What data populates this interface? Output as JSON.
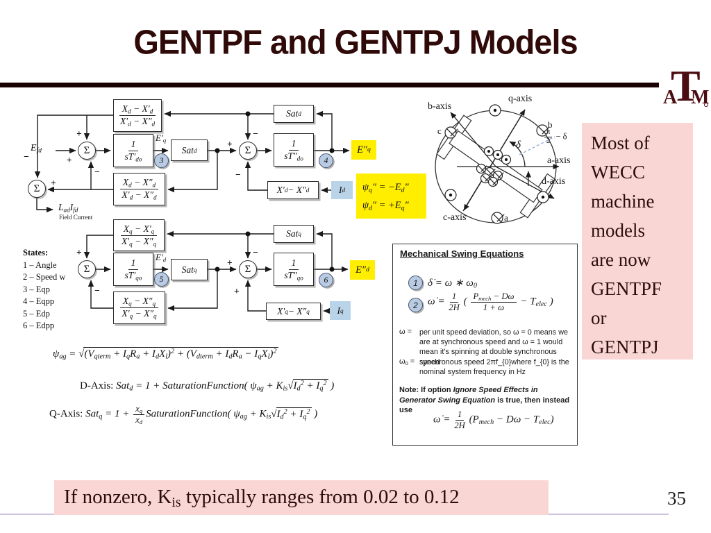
{
  "slide": {
    "title": "GENTPF and GENTPJ Models",
    "page": "35"
  },
  "logo": {
    "a": "A",
    "t": "T",
    "m": "M"
  },
  "signs": {
    "plus": "+",
    "minus": "−"
  },
  "sum_symbol": "Σ",
  "pink_note": {
    "text": "Most of\nWECC\nmachine\nmodels\nare now\nGENTPF\nor\nGENTPJ"
  },
  "bottom_note": {
    "text": "If nonzero, K_{is} typically ranges from 0.02 to 0.12"
  },
  "states": {
    "title": "States:",
    "items": [
      "1 – Angle",
      "2 – Speed w",
      "3 – Eqp",
      "4 – Eqpp",
      "5 – Edp",
      "6 – Edpp"
    ]
  },
  "d_diagram": {
    "efd": "E_{fd}",
    "top_frac_num": "X_{d} − X′_{d}",
    "top_frac_den": "X′_{d} − X″_{d}",
    "int1_num": "1",
    "int1_den": "sT′_{do}",
    "eqp": "E′_{q}",
    "state3": "3",
    "sat": "Sat_{d}",
    "bot_frac_num": "X_{d} − X″_{d}",
    "bot_frac_den": "X′_{d} − X″_{d}",
    "sat2": "Sat_{d}",
    "int2_num": "1",
    "int2_den": "sT″_{do}",
    "state4": "4",
    "eqpp": "E″_{q}",
    "xblock": "X′_{d} − X″_{d}",
    "id": "I_{d}",
    "ladifd": "L_{ad}I_{fd}",
    "field_current": "Field Current",
    "psi1": "ψ_{q}″ =  −E_{d}″",
    "psi2": "ψ_{d}″ =  +E_{q}″"
  },
  "q_diagram": {
    "top_frac_num": "X_{q} − X′_{q}",
    "top_frac_den": "X′_{q} − X″_{q}",
    "int1_num": "1",
    "int1_den": "sT′_{qo}",
    "edp": "E′_{d}",
    "state5": "5",
    "sat": "Sat_{q}",
    "bot_frac_num": "X_{q} − X″_{q}",
    "bot_frac_den": "X′_{q} − X″_{q}",
    "sat2": "Sat_{q}",
    "int2_num": "1",
    "int2_den": "sT″_{qo}",
    "state6": "6",
    "edpp": "E″_{d}",
    "xblock": "X′_{q} − X″_{q}",
    "iq": "I_{q}"
  },
  "machine": {
    "b_axis": "b-axis",
    "q_axis": "q-axis",
    "a_axis": "a-axis",
    "d_axis": "d-axis",
    "c_axis": "c-axis",
    "delta": "δ",
    "angle2": "ƒ{π|2} − δ",
    "a": "a",
    "b": "b",
    "c": "c"
  },
  "swing": {
    "title": "Mechanical Swing Equations",
    "badge1": "1",
    "eq1": "δ̇ = ω ∗ ω_{0}",
    "badge2": "2",
    "eq2": "ω̇ = ƒ{1|2H} ( ƒ{P_{mech} − Dω|1 + ω} − T_{elec} )",
    "def1_term": "ω =",
    "def1": "per unit speed deviation, so ω = 0 means we are at synchronous speed and ω = 1 would mean it's spinning at double synchronous speed",
    "def2_term": "ω_{0} =",
    "def2": "synchronous speed 2πf_{0}where f_{0} is the nominal system frequency in Hz",
    "note": "Note: If option ~{Ignore Speed Effects in Generator Swing Equation} is true, then instead use",
    "eq3": "ω̇ = ƒ{1|2H} (P_{mech} − Dω − T_{elec})"
  },
  "sat_eqs": {
    "line1": "ψ_{ag} = √{(V_{qterm} + I_{q}R_{a} + I_{d}X_{l})^{2} + (V_{dterm} + I_{d}R_{a} − I_{q}X_{l})^{2}}",
    "line2": "u{D-Axis: }Sat_{d} = 1 + SaturationFunction( ψ_{ag} + K_{is}√{I_{d}^{2} + I_{q}^{2}} )",
    "line3": "u{Q-Axis:  }Sat_{q} = 1 + ƒ{x_{q}|x_{d}}SaturationFunction( ψ_{ag} + K_{is}√{I_{d}^{2} + I_{q}^{2}} )"
  }
}
